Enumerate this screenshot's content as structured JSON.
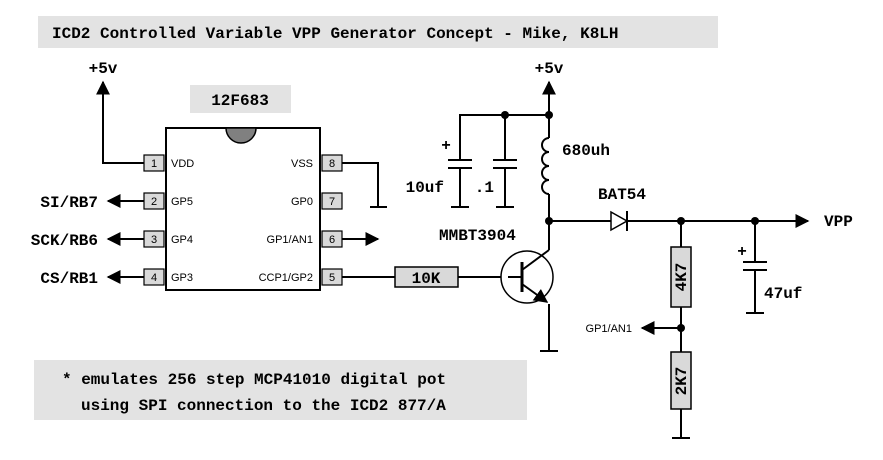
{
  "title": "ICD2 Controlled Variable VPP Generator Concept - Mike, K8LH",
  "chip": {
    "name": "12F683",
    "pins": [
      {
        "num": "1",
        "label": "VDD"
      },
      {
        "num": "2",
        "label": "GP5"
      },
      {
        "num": "3",
        "label": "GP4"
      },
      {
        "num": "4",
        "label": "GP3"
      },
      {
        "num": "8",
        "label": "VSS"
      },
      {
        "num": "7",
        "label": "GP0"
      },
      {
        "num": "6",
        "label": "GP1/AN1"
      },
      {
        "num": "5",
        "label": "CCP1/GP2"
      }
    ]
  },
  "labels": {
    "vcc_left": "+5v",
    "vcc_right": "+5v",
    "si": "SI/RB7",
    "sck": "SCK/RB6",
    "cs": "CS/RB1",
    "cap1": "10uf",
    "cap2": ".1",
    "inductor": "680uh",
    "diode": "BAT54",
    "transistor": "MMBT3904",
    "res_base": "10K",
    "res_top": "4K7",
    "res_bottom": "2K7",
    "cap_out": "47uf",
    "vpp": "VPP",
    "fb": "GP1/AN1",
    "plus_c1": "+",
    "plus_c3": "+"
  },
  "note": {
    "line1": "* emulates 256 step MCP41010 digital pot",
    "line2": "using SPI connection to the ICD2 877/A"
  }
}
